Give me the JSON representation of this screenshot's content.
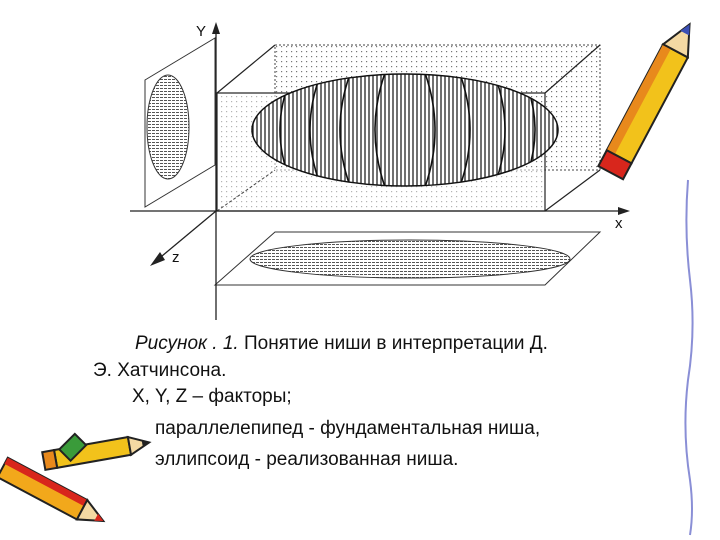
{
  "diagram": {
    "axes": {
      "x": "x",
      "y": "Y",
      "z": "z"
    },
    "shapes": [
      "parallelepiped",
      "ellipsoid",
      "ellipse-projection-yz",
      "ellipse-projection-xz"
    ],
    "decorations": [
      "pencil-right",
      "pencils-bottom-left"
    ],
    "colors": {
      "line": "#222222",
      "hatch": "#444444",
      "pencil_yellow": "#f2c21b",
      "pencil_orange": "#e8891c",
      "pencil_red": "#d8261c",
      "pencil_green": "#3a9b3a",
      "pencil_blue": "#3b4fb5",
      "page_border": "#8a8fd6"
    }
  },
  "caption": {
    "line1_italic": "Рисунок . 1.",
    "line1_rest": " Понятие ниши в интерпретации Д.",
    "line2": "Э.  Хатчинсона.",
    "line3": "X, Y, Z – факторы;",
    "line4": "параллелепипед - фундаментальная ниша,",
    "line5": "эллипсоид - реализованная ниша."
  }
}
